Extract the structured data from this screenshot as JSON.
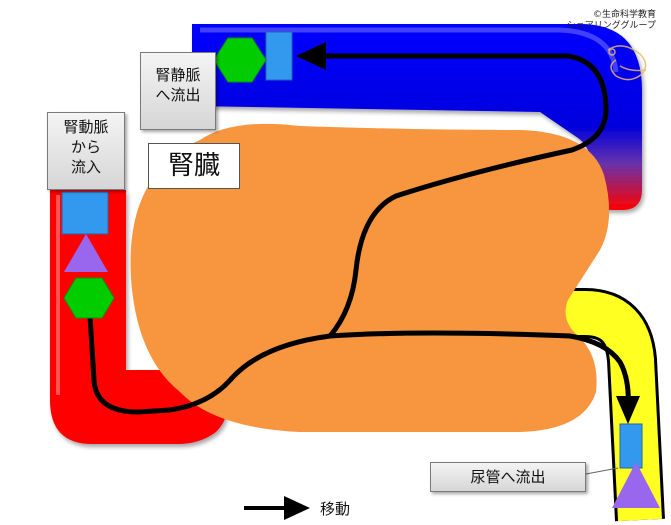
{
  "labels": {
    "kidney": "腎臓",
    "renal_artery_in": [
      "腎動脈",
      "から",
      "流入"
    ],
    "renal_vein_out": [
      "腎静脈",
      "へ流出"
    ],
    "ureter_out": "尿管へ流出"
  },
  "legend": {
    "arrow_meaning": "移動"
  },
  "credit": [
    "©生命科学教育",
    "シェアリンググループ"
  ],
  "colors": {
    "artery": "#ff0000",
    "vein": "#0000ee",
    "ureter": "#ffff00",
    "kidney": "#f7963f",
    "square_marker": "#3399ee",
    "hexagon_marker": "#00cc00",
    "triangle_marker": "#9966ee",
    "flow_arrow": "#000000"
  },
  "icons": [
    "square-marker",
    "triangle-marker",
    "hexagon-marker",
    "arrow-right-icon"
  ]
}
